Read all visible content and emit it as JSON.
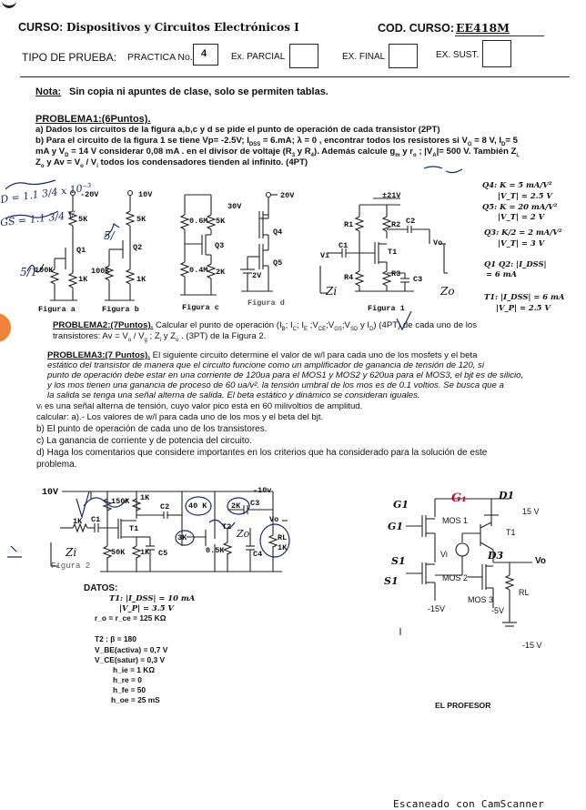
{
  "header": {
    "curso_label": "CURSO:",
    "curso_value": "Dispositivos y Circuitos Electrónicos I",
    "cod_label": "COD. CURSO:",
    "cod_value": "EE418M",
    "tipo_label": "TIPO DE PRUEBA:",
    "practica_label": "PRACTICA No.",
    "practica_value": "4",
    "parcial_label": "Ex. PARCIAL",
    "final_label": "EX. FINAL",
    "sust_label": "EX. SUST."
  },
  "nota": {
    "label": "Nota:",
    "text": "Sin copia ni apuntes de clase, solo se permiten tablas."
  },
  "p1": {
    "title": "PROBLEMA1:(6Puntos).",
    "a": "a) Dados los circuitos de la figura a,b,c y d se pide el punto de operación de cada transistor  (2PT)",
    "b1": "b) Para  el circuito de la figura 1 se tiene Vp= -2.5V; I",
    "b1_sub": "DSS",
    "b1_rest": " = 6.mA; λ = 0 , encontrar todos los resistores si V",
    "b1_vg": "G",
    "b1_vgv": " = 8 V, I",
    "b1_id": "D",
    "b1_idv": "= 5",
    "b2": "mA  y V",
    "b2_o": "D",
    "b2_rest": " = 14 V considerar 0,08 mA . en el divisor de voltaje (R",
    "b2_3": "3",
    "b2_y": " y R",
    "b2_4": "4",
    "b2_end": "). Además calcule g",
    "b2_m": "m",
    "b2_ro": " y r",
    "b2_o2": "o",
    "b2_va": " ; |V",
    "b2_vaa": "A",
    "b2_vae": "|= 500 V. También Z",
    "b2_zi": "i,",
    "b3": "Z",
    "b3_o": "o",
    "b3_rest": " y  Av = V",
    "b3_o2": "o",
    "b3_mid": " / V",
    "b3_i": "i",
    "b3_end": "  todos los condensadores tienden al infinito. (4PT)"
  },
  "figA": {
    "supply": "-20V",
    "r1": "5K",
    "q": "Q1",
    "r2": "100K",
    "r3": "1K",
    "caption": "Figura a"
  },
  "figB": {
    "supply": "10V",
    "r1": "5K",
    "q": "Q2",
    "r2": "100K",
    "r3": "1K",
    "caption": "Figura b"
  },
  "figC": {
    "supply": "30V",
    "r1": "0.6M",
    "r2": "5K",
    "q": "Q3",
    "r3": "0.4M",
    "r4": "2K",
    "caption": "Figura c"
  },
  "figD": {
    "supply": "20V",
    "q1": "Q4",
    "q2": "Q5",
    "bat": "2V",
    "caption": "Figura d"
  },
  "fig1": {
    "supply": "±21V",
    "r1": "R1",
    "r2": "R2",
    "c2": "C2",
    "c1": "C1",
    "vi": "Vi",
    "t1": "T1",
    "vo": "Vo",
    "r4": "R4",
    "r3": "R3",
    "c3": "C3",
    "zi": "Zi",
    "zo": "Zo",
    "caption": "Figura 1"
  },
  "params": [
    "Q4: K = 5 mA/V²",
    "|V_T| = 2.5 V",
    "Q5: K = 20 mA/V²",
    "|V_T| = 2 V",
    "Q3: K/2 = 2 mA/V²",
    "|V_T| = 3 V",
    "Q1 Q2: |I_DSS|",
    "= 6 mA",
    "T1: |I_DSS| = 6 mA",
    "|V_P| = 2.5 V"
  ],
  "p2": {
    "title": "PROBLEMA2:(7Puntos).",
    "line1": " Calcular el punto de operación (I",
    "line1b": "B",
    "line1c": "; I",
    "line1d": "C",
    "line1e": "; I",
    "line1f": "E",
    "line1g": " ;V",
    "line1h": "CE",
    "line1i": ";V",
    "line1j": "GS",
    "line1k": ";V",
    "line1l": "SD",
    "line1m": " y I",
    "line1n": "D",
    "line1o": ")  (4PT) de cada uno de los",
    "line2": "transistores: Av = V",
    "line2b": "o",
    "line2c": " / V",
    "line2d": "g",
    "line2e": " ; Z",
    "line2f": "i",
    "line2g": " y Z",
    "line2h": "o",
    "line2i": " . (3PT) de la Figura 2."
  },
  "p3": {
    "title": "PROBLEMA3:(7 Puntos).",
    "l1": " El siguiente circuito determine el valor de  w/l para  cada uno de los   mosfets   y el beta",
    "l2": "estático del transistor de manera  que  el circuito funcione  como un amplificador de ganancia  de tensión de 120, si",
    "l3": "punto de operación debe estar en una corriente de 120ua para el MOS1 y MOS2 y 620ua para el MOS3, el bjt es de silicio,",
    "l4": "y los mos  tienen  una  ganancia de proceso  de 60 ua/v². la tensión umbral de los mos es de 0.1 voltios. Se busca que a",
    "l5": "la salida se tenga una señal alterna de salida. El beta estático y dinámico se consideran iguales.",
    "l6": "vᵢ es una señal alterna de tensión, cuyo valor pico está en 60 milivoltios de amplitud.",
    "l7": "calcular: a).- Los valores de  w/l para cada uno de los mos  y el beta  del bjt.",
    "l8": "b) El punto de operación de cada uno de los transistores.",
    "l9": "c) La ganancia de corriente y de potencia del circuito.",
    "l10": "d) Haga los comentarios que considere importantes en los criterios que ha considerado para la solución de este",
    "l11": "problema."
  },
  "fig2": {
    "v10": "10V",
    "vneg": "-10v",
    "r150": "150K",
    "r1k_a": "1K",
    "c2": "C2",
    "r40": "40 K",
    "r2k": "2K",
    "c3": "C3",
    "r1k_in": "1K",
    "c1": "C1",
    "t1": "T1",
    "t2": "T2",
    "vo": "Vo",
    "zi": "Zi",
    "r50": "50K",
    "r1k_b": "1K",
    "c5": "C5",
    "r3k": "3K",
    "r05": "0.5K",
    "c4": "C4",
    "rl": "RL",
    "rl2": "1K",
    "zo": "Zo",
    "caption": "Figura 2"
  },
  "datos": {
    "title": "DATOS:",
    "lines": [
      "T1: |I_DSS| = 10 mA",
      "|V_P| = 3.5 V",
      "r_o = r_ce = 125 KΩ",
      "T2 : β = 180",
      "V_BE(activa) = 0,7 V",
      "V_CE(satur) = 0,3 V",
      "h_ie = 1 KΩ",
      "h_re = 0",
      "h_fe = 50",
      "h_oe = 25 mS"
    ]
  },
  "fig3": {
    "v15": "15 V",
    "mos1": "MOS 1",
    "t1": "T1",
    "vi": "Vi",
    "mos2": "MOS 2",
    "mos3": "MOS 3",
    "vo": "Vo",
    "rl": "RL",
    "v15a": "-15V",
    "v5": "-5V",
    "v15b": "-15 V",
    "g1": "G1",
    "g1b": "G1",
    "d1": "D1",
    "s1": "S1",
    "s1b": "S1",
    "d3": "D3"
  },
  "footer": {
    "profesor": "EL PROFESOR",
    "scanner": "Escaneado con CamScanner"
  },
  "handwriting": {
    "h1": "D = 1.1 3/4 x 10⁻³",
    "h2": "GS = 1.1 3/4 V",
    "h3": "5/1",
    "h4": "5/"
  }
}
